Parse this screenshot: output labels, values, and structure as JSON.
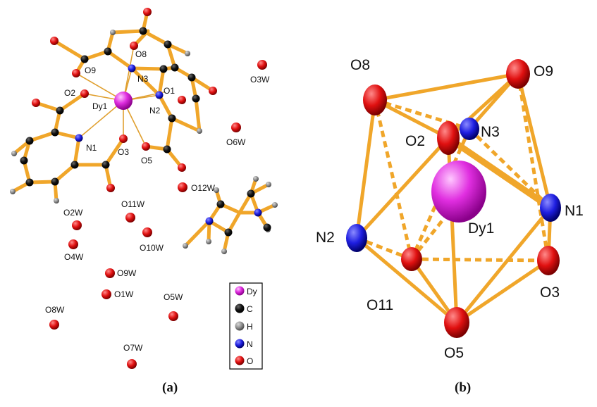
{
  "panel_a": {
    "caption": "(a)",
    "metal_label": "Dy1",
    "atom_labels": [
      "O9",
      "O8",
      "N3",
      "O2",
      "O1",
      "N2",
      "N1",
      "O3",
      "O5"
    ],
    "water_labels": [
      "O3W",
      "O6W",
      "O12W",
      "O11W",
      "O10W",
      "O2W",
      "O4W",
      "O9W",
      "O1W",
      "O5W",
      "O8W",
      "O7W"
    ],
    "legend": [
      {
        "label": "Dy",
        "color": "#e02ee0"
      },
      {
        "label": "C",
        "color": "#0a0a0a"
      },
      {
        "label": "H",
        "color": "#8a8a8a"
      },
      {
        "label": "N",
        "color": "#1e1ee0"
      },
      {
        "label": "O",
        "color": "#e01010"
      }
    ]
  },
  "panel_b": {
    "caption": "(b)",
    "center_label": "Dy1",
    "vertex_labels": [
      "O8",
      "O9",
      "N3",
      "O2",
      "N1",
      "N2",
      "O11",
      "O3",
      "O5"
    ]
  },
  "colors": {
    "bond": "#f0a62a",
    "dy": "#e02ee0",
    "carbon": "#0a0a0a",
    "hydrogen": "#8a8a8a",
    "nitrogen": "#1e1ee0",
    "oxygen": "#e01010"
  }
}
